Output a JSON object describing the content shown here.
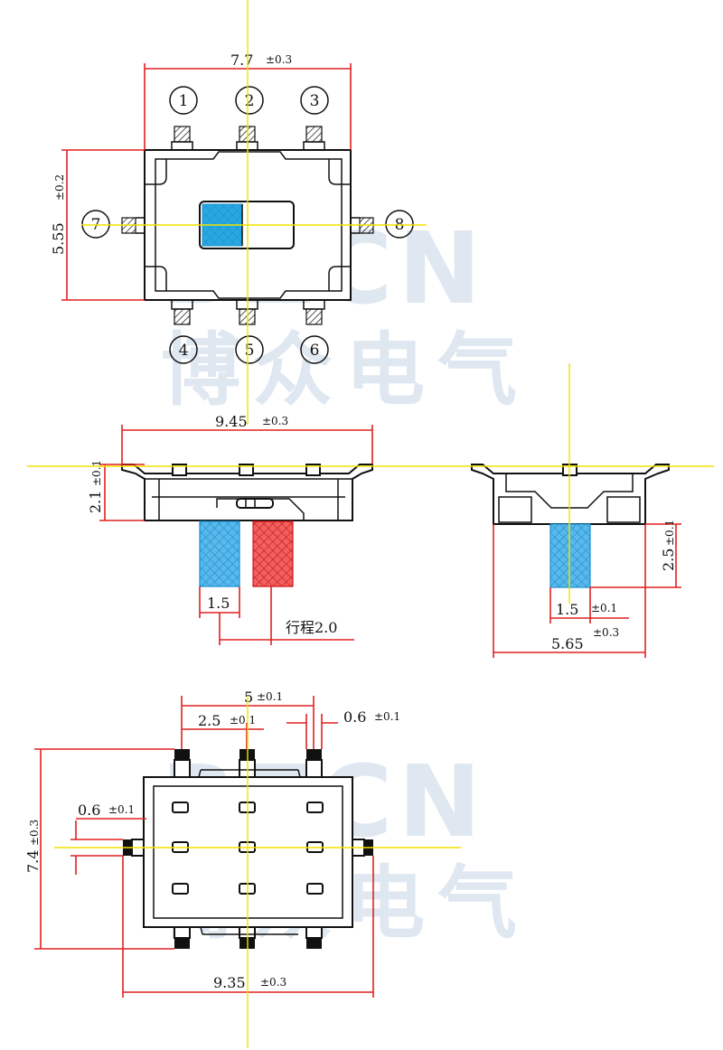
{
  "watermark": {
    "latin": "BZCN",
    "cjk": "博众电气"
  },
  "top_view": {
    "width_dim": "7.7",
    "width_tol": "±0.3",
    "height_dim": "5.55",
    "height_tol": "±0.2",
    "pins": [
      "1",
      "2",
      "3",
      "4",
      "5",
      "6",
      "7",
      "8"
    ]
  },
  "side_view": {
    "length_dim": "9.45",
    "length_tol": "±0.3",
    "height_dim": "2.1",
    "height_tol": "±0.1",
    "actuator_dim": "1.5",
    "travel_label": "行程2.0"
  },
  "end_view": {
    "actuator_h_dim": "2.5",
    "actuator_h_tol": "±0.1",
    "actuator_w_dim": "1.5",
    "actuator_w_tol": "±0.1",
    "width_dim": "5.65",
    "width_tol": "±0.3"
  },
  "bottom_view": {
    "pitch_outer_dim": "5",
    "pitch_outer_tol": "±0.1",
    "pitch_dim": "2.5",
    "pitch_tol": "±0.1",
    "pin_w_top_dim": "0.6",
    "pin_w_top_tol": "±0.1",
    "pin_w_left_dim": "0.6",
    "pin_w_left_tol": "±0.1",
    "height_dim": "7.4",
    "height_tol": "±0.3",
    "length_dim": "9.35",
    "length_tol": "±0.3"
  },
  "colors": {
    "dimension": "#e02020",
    "centerline": "#f2e200",
    "actuator_blue": "#28a8e0",
    "actuator_red": "#e02020"
  }
}
